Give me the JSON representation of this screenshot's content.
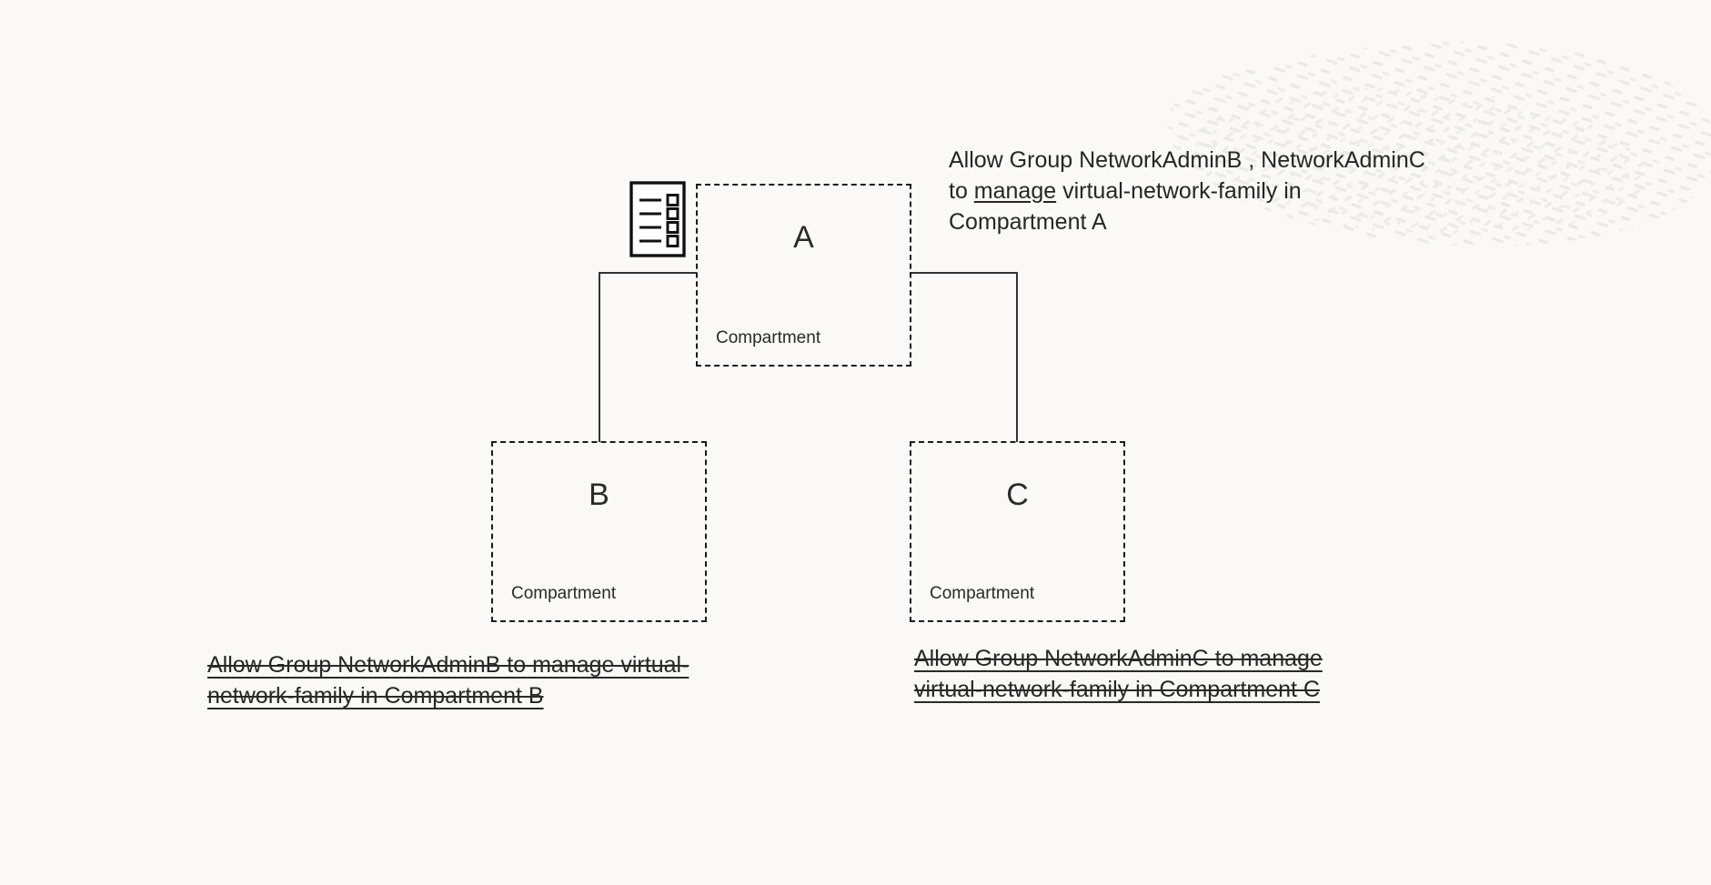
{
  "diagram": {
    "title": "OCI compartment policy inheritance diagram",
    "background_color": "#faf9f7",
    "line_color": "#333333",
    "text_color": "#262626"
  },
  "icon": {
    "policy": "policy-document-icon"
  },
  "compartments": [
    {
      "id": "a",
      "letter": "A",
      "sublabel": "Compartment"
    },
    {
      "id": "b",
      "letter": "B",
      "sublabel": "Compartment"
    },
    {
      "id": "c",
      "letter": "C",
      "sublabel": "Compartment"
    }
  ],
  "statements": {
    "a": {
      "line1": "Allow Group NetworkAdminB , NetworkAdminC",
      "line2_prefix": "to ",
      "line2_underlined": "manage",
      "line2_suffix": " virtual-network-family in",
      "line3": "Compartment A",
      "struck": false
    },
    "b": {
      "text_prefix": "Allow Group NetworkAdminB to manage virtual-network-family in Compartment B",
      "struck": true
    },
    "c": {
      "line1_prefix": "Allow Group NetworkAdminC to ",
      "line1_underlined": "manage",
      "line2": "virtual-network-family in Compartment C",
      "struck": true
    }
  }
}
